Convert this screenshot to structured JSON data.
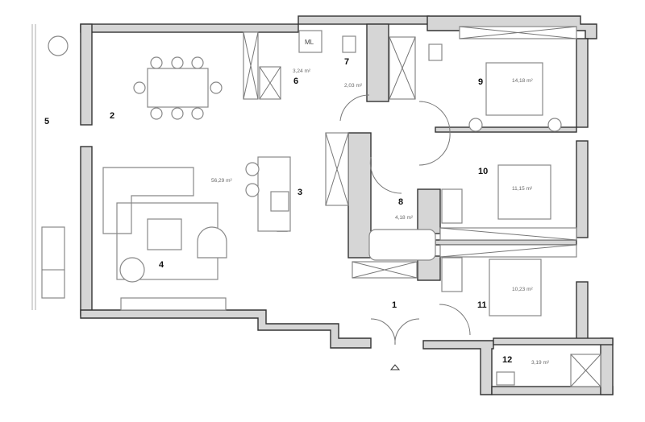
{
  "rooms": [
    {
      "number": "1"
    },
    {
      "number": "2"
    },
    {
      "number": "3"
    },
    {
      "number": "4"
    },
    {
      "number": "5"
    },
    {
      "number": "6",
      "area": "3,24 m²"
    },
    {
      "number": "7",
      "area": "2,03 m²"
    },
    {
      "number": "8",
      "area": "4,18 m²"
    },
    {
      "number": "9",
      "area": "14,18 m²"
    },
    {
      "number": "10",
      "area": "11,15 m²"
    },
    {
      "number": "11",
      "area": "10,23 m²"
    },
    {
      "number": "12",
      "area": "3,19 m²"
    }
  ],
  "living_area": "56,29 m²",
  "appliance_label": "ML",
  "colors": {
    "wall": "#d6d6d6",
    "outline": "#333333"
  }
}
